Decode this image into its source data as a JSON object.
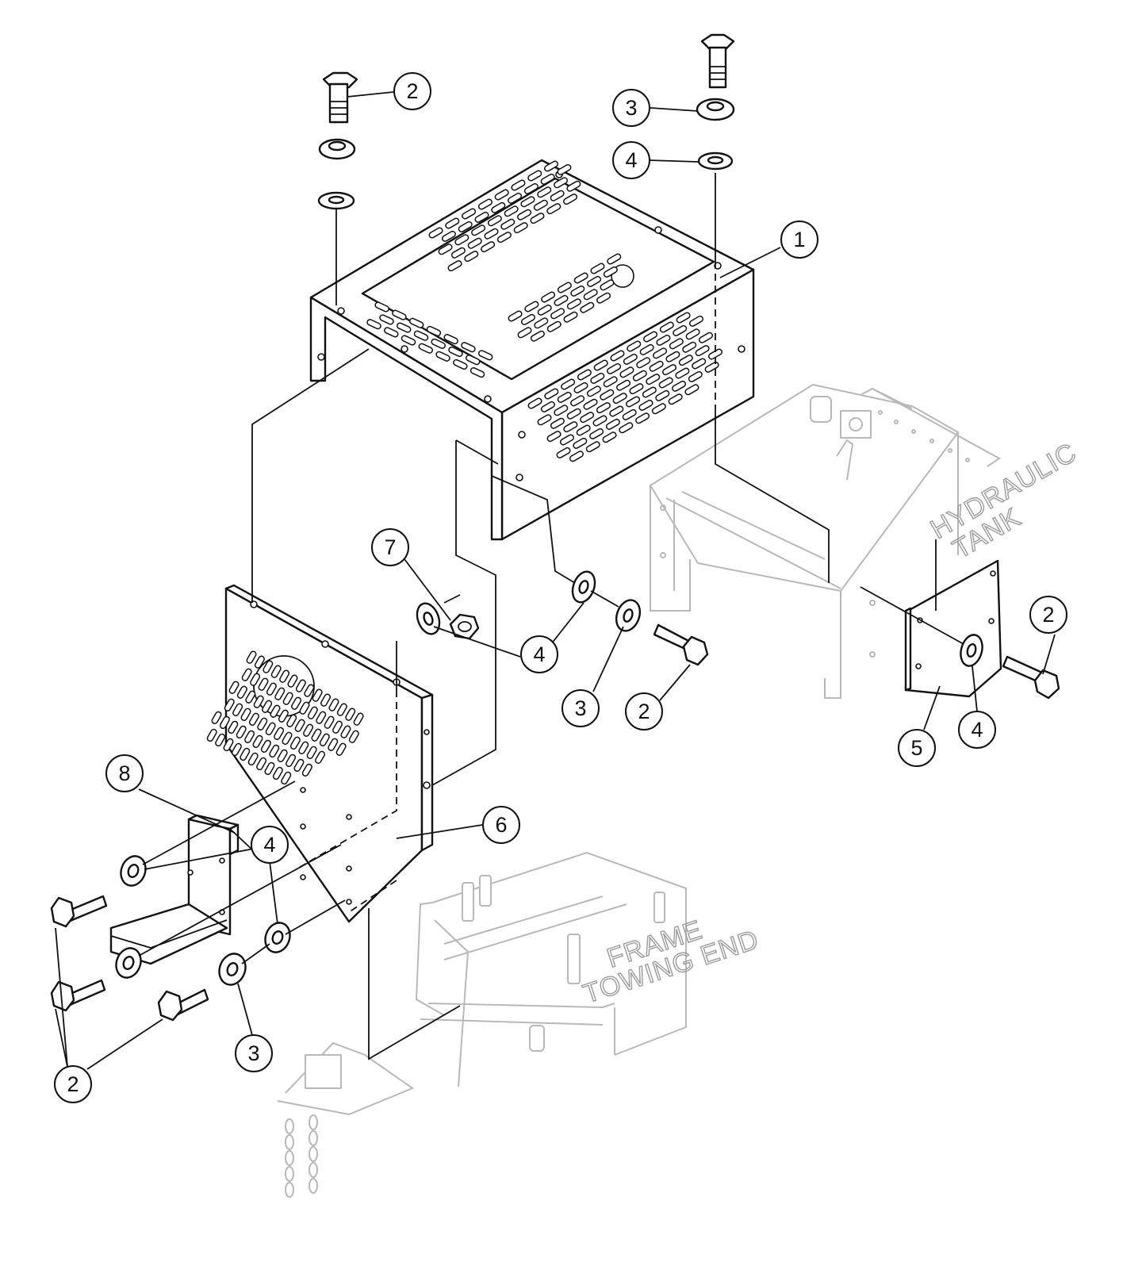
{
  "diagram": {
    "labels": {
      "hydraulic": "HYDRAULIC",
      "tank": "TANK",
      "frame": "FRAME",
      "towing_end": "TOWING END"
    },
    "callouts": {
      "c2_top_left": "2",
      "c3_top_right": "3",
      "c4_top_right": "4",
      "c1": "1",
      "c7": "7",
      "c4_center_a": "4",
      "c3_center": "3",
      "c2_center": "2",
      "c2_right": "2",
      "c4_right": "4",
      "c5": "5",
      "c8": "8",
      "c6": "6",
      "c4_left": "4",
      "c3_bottom": "3",
      "c2_bottom": "2"
    }
  }
}
